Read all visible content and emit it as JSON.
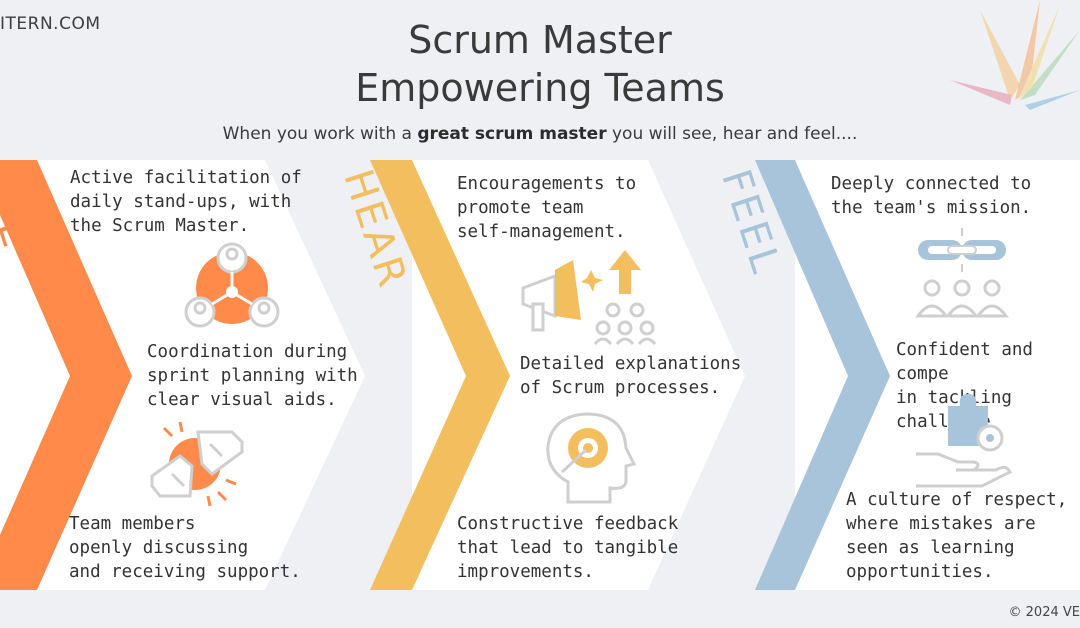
{
  "brand": "ITERN.COM",
  "title_line1": "Scrum Master",
  "title_line2": "Empowering Teams",
  "subtitle": {
    "prefix": "When you work with a ",
    "bold": "great scrum master",
    "suffix": " you will see, hear and feel...."
  },
  "colors": {
    "see": "#ff8a4a",
    "hear": "#f2be5e",
    "feel": "#a7c4da",
    "icon_gray": "#cfcfcf"
  },
  "columns": {
    "see": {
      "label": "SEE",
      "items": [
        "Active facilitation of\ndaily stand-ups, with\nthe Scrum Master.",
        "Coordination during\nsprint planning with\nclear visual aids.",
        "Team members\nopenly discussing\nand receiving support."
      ],
      "icons": [
        "team-network-icon",
        "handshake-icon"
      ]
    },
    "hear": {
      "label": "HEAR",
      "items": [
        "Encouragements to\npromote team\nself-management.",
        "Detailed explanations\nof Scrum processes.",
        "Constructive feedback\nthat lead to tangible\nimprovements."
      ],
      "icons": [
        "megaphone-growth-icon",
        "head-target-icon"
      ]
    },
    "feel": {
      "label": "FEEL",
      "items": [
        "Deeply connected to\nthe team's mission.",
        "Confident and compe\nin tackling challenge",
        "A culture of respect,\nwhere mistakes are\nseen as learning\nopportunities."
      ],
      "icons": [
        "linked-team-icon",
        "puzzle-hand-icon"
      ]
    }
  },
  "copyright": "© 2024 VE"
}
